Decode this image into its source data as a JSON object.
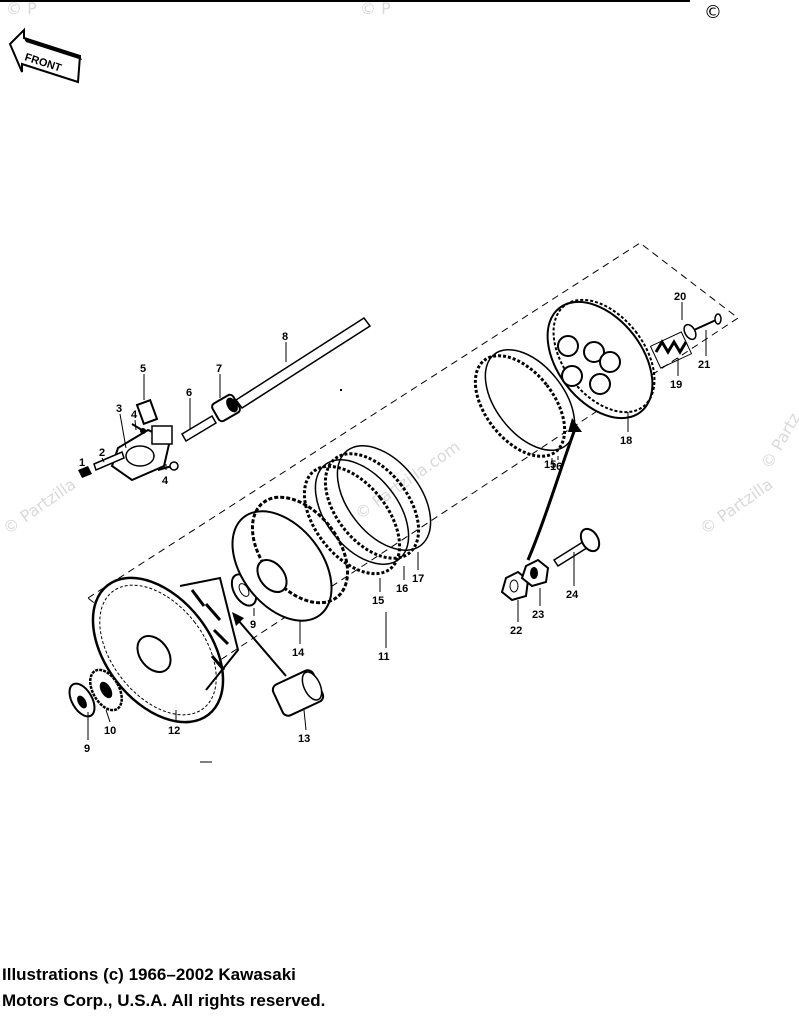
{
  "badge": {
    "front": "FRONT"
  },
  "watermarks": {
    "top_left": "© P",
    "top_center": "© P",
    "top_right": "©",
    "mid_left": "© Partzilla",
    "mid_center": "© Partzilla.com",
    "mid_right": "© Partzilla",
    "right_edge": "© Partz"
  },
  "callouts": [
    {
      "id": "c1",
      "text": "1"
    },
    {
      "id": "c2",
      "text": "2"
    },
    {
      "id": "c3",
      "text": "3"
    },
    {
      "id": "c4a",
      "text": "4"
    },
    {
      "id": "c4b",
      "text": "4"
    },
    {
      "id": "c5",
      "text": "5"
    },
    {
      "id": "c6",
      "text": "6"
    },
    {
      "id": "c7",
      "text": "7"
    },
    {
      "id": "c8",
      "text": "8"
    },
    {
      "id": "c9a",
      "text": "9"
    },
    {
      "id": "c9b",
      "text": "9"
    },
    {
      "id": "c10",
      "text": "10"
    },
    {
      "id": "c11",
      "text": "11"
    },
    {
      "id": "c12",
      "text": "12"
    },
    {
      "id": "c13",
      "text": "13"
    },
    {
      "id": "c14",
      "text": "14"
    },
    {
      "id": "c15a",
      "text": "15"
    },
    {
      "id": "c15b",
      "text": "15"
    },
    {
      "id": "c16a",
      "text": "16"
    },
    {
      "id": "c16b",
      "text": "16"
    },
    {
      "id": "c17",
      "text": "17"
    },
    {
      "id": "c18",
      "text": "18"
    },
    {
      "id": "c19",
      "text": "19"
    },
    {
      "id": "c20",
      "text": "20"
    },
    {
      "id": "c21",
      "text": "21"
    },
    {
      "id": "c22",
      "text": "22"
    },
    {
      "id": "c23",
      "text": "23"
    },
    {
      "id": "c24",
      "text": "24"
    }
  ],
  "copyright": {
    "line1": "Illustrations (c) 1966–2002 Kawasaki",
    "line2": "Motors Corp., U.S.A.  All rights reserved."
  }
}
